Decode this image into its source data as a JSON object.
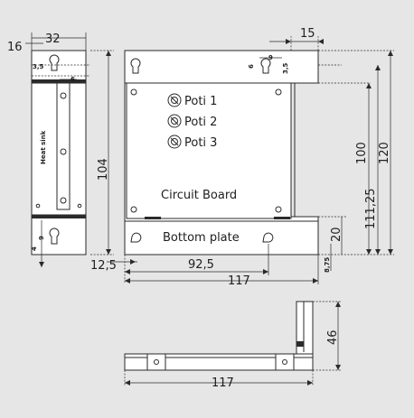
{
  "labels": {
    "heat_sink": "Heat sink",
    "circuit_board": "Circuit Board",
    "bottom_plate": "Bottom plate",
    "poti_1": "Poti 1",
    "poti_2": "Poti 2",
    "poti_3": "Poti 3"
  },
  "dimensions": {
    "side_width": "32",
    "side_thickness": "16",
    "slot_offset": "3,5",
    "slot_width_left": "6",
    "side_height": "104",
    "bottom_hole_height": "9",
    "bottom_hole_offset": "4",
    "flange_width": "15",
    "slot_width_right": "9",
    "slot_depth": "6",
    "slot_offset_right": "3,5",
    "height_100": "100",
    "height_111": "111,25",
    "height_120": "120",
    "bottom_20": "20",
    "bottom_875": "8,75",
    "left_offset": "12,5",
    "hole_span": "92,5",
    "width_117_front": "117",
    "height_46": "46",
    "width_117_bottom": "117"
  }
}
